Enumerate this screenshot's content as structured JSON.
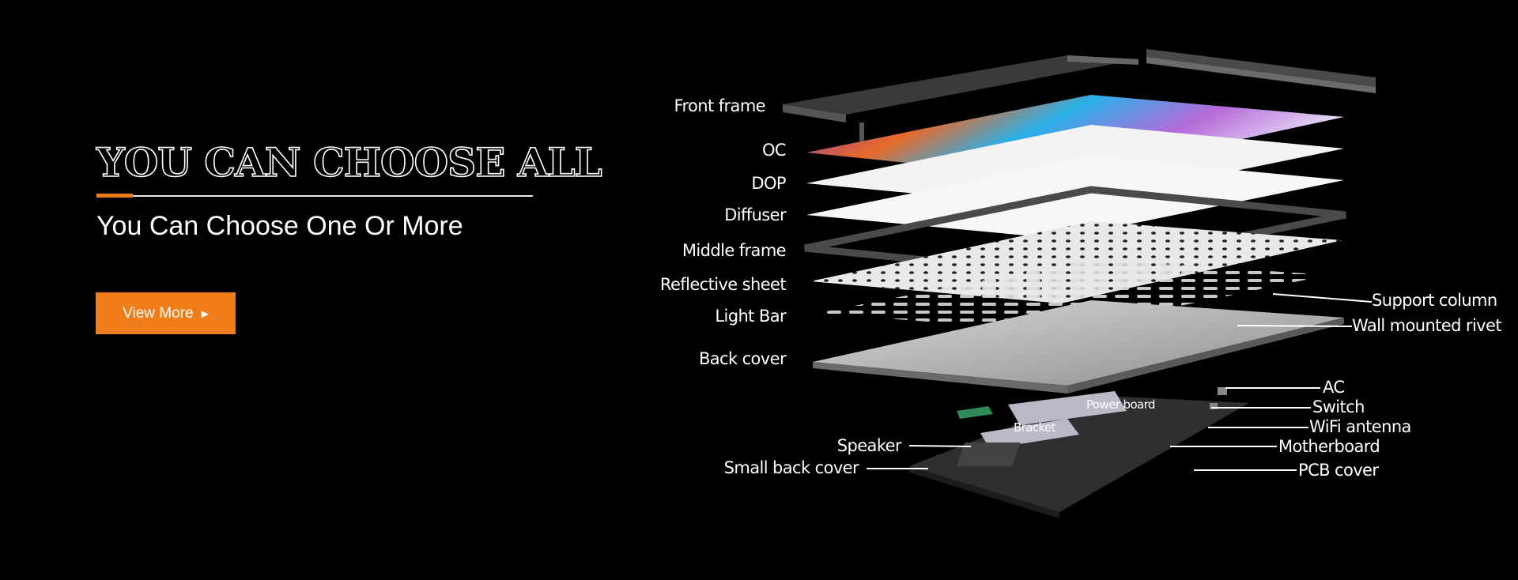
{
  "hero": {
    "headline": "YOU CAN CHOOSE ALL",
    "subtitle": "You Can Choose One Or More",
    "button_label": "View More",
    "button_icon": "play-triangle-icon",
    "accent_color": "#f07d19"
  },
  "diagram": {
    "left_labels": {
      "front_frame": "Front frame",
      "oc": "OC",
      "dop": "DOP",
      "diffuser": "Diffuser",
      "middle_frame": "Middle frame",
      "reflective_sheet": "Reflective sheet",
      "light_bar": "Light Bar",
      "back_cover": "Back cover",
      "speaker": "Speaker",
      "small_back_cover": "Small back cover"
    },
    "right_labels": {
      "support_column": "Support column",
      "wall_mounted_rivet": "Wall mounted rivet",
      "ac": "AC",
      "switch": "Switch",
      "wifi_antenna": "WiFi antenna",
      "motherboard": "Motherboard",
      "pcb_cover": "PCB cover"
    },
    "inner_labels": {
      "power_board": "Power board",
      "bracket": "Bracket"
    }
  }
}
